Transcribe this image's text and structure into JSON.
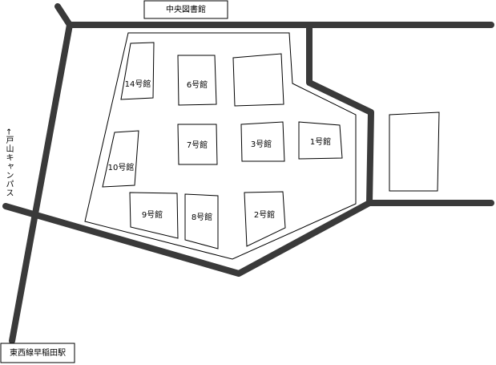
{
  "labels": {
    "library": "中央図書館",
    "station": "東西線早稲田駅",
    "toyama_campus": "←戸山キャンパス"
  },
  "buildings": {
    "b14": "14号館",
    "b6": "6号館",
    "b10": "10号館",
    "b7": "7号館",
    "b3": "3号館",
    "b1": "1号館",
    "b9": "9号館",
    "b8": "8号館",
    "b2": "2号館"
  },
  "colors": {
    "road": "#3a3a3a",
    "outline": "#000000",
    "background": "#ffffff"
  }
}
